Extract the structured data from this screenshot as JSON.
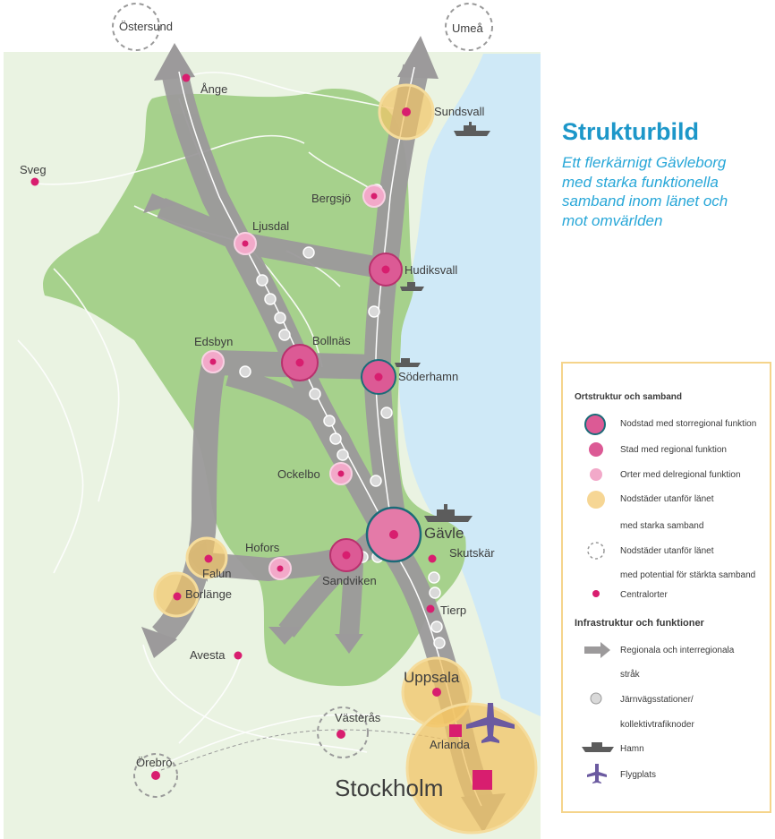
{
  "title": "Strukturbild",
  "subtitle_lines": [
    "Ett flerkärnigt Gävleborg",
    "med starka funktionella",
    "samband inom länet och",
    "mot omvärlden"
  ],
  "colors": {
    "land": "#eaf3e2",
    "county": "#a6d18c",
    "sea": "#cfe9f7",
    "corridor": "#9c9a9b",
    "hub_pink": "#d81e6f",
    "city_fill": "#dc5a95",
    "town_fill": "#f2a9c9",
    "external_orange": "#f2c466",
    "station": "#d9d9d9",
    "title_blue": "#1d97c9",
    "plane": "#6b5aa0",
    "legend_border": "#f5d48b"
  },
  "places": {
    "ostersund": "Östersund",
    "umea": "Umeå",
    "ange": "Ånge",
    "sundsvall": "Sundsvall",
    "sveg": "Sveg",
    "bergsjo": "Bergsjö",
    "ljusdal": "Ljusdal",
    "hudiksvall": "Hudiksvall",
    "edsbyn": "Edsbyn",
    "bollnas": "Bollnäs",
    "soderhamn": "Söderhamn",
    "ockelbo": "Ockelbo",
    "gavle": "Gävle",
    "skutskar": "Skutskär",
    "hofors": "Hofors",
    "falun": "Falun",
    "sandviken": "Sandviken",
    "borlange": "Borlänge",
    "tierp": "Tierp",
    "avesta": "Avesta",
    "uppsala": "Uppsala",
    "vasteras": "Västerås",
    "arlanda": "Arlanda",
    "orebro": "Örebro",
    "stockholm": "Stockholm"
  },
  "legend": {
    "heading1": "Ortstruktur och samband",
    "items1": [
      "Nodstad med storregional funktion",
      "Stad med regional funktion",
      "Orter med delregional funktion",
      "Nodstäder utanför länet",
      "med starka samband",
      "Nodstäder utanför länet",
      "med potential för stärkta samband",
      "Centralorter"
    ],
    "heading2": "Infrastruktur och funktioner",
    "items2": [
      "Regionala och interregionala",
      "stråk",
      "Järnvägsstationer/",
      "kollektivtrafiknoder",
      "Hamn",
      "Flygplats"
    ]
  }
}
